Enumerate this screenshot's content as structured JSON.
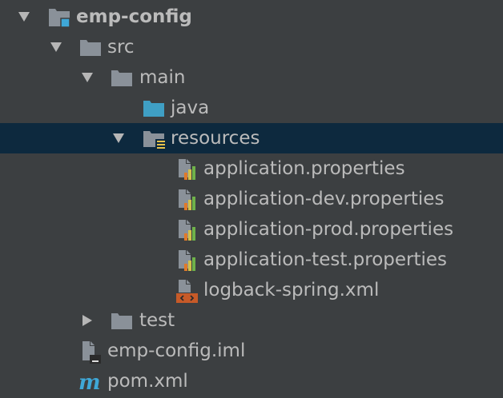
{
  "project_tree": {
    "root": {
      "label": "emp-config",
      "expanded": true
    },
    "src": {
      "label": "src",
      "expanded": true
    },
    "main": {
      "label": "main",
      "expanded": true
    },
    "java": {
      "label": "java"
    },
    "resources": {
      "label": "resources",
      "expanded": true,
      "selected": true
    },
    "files": [
      {
        "label": "application.properties",
        "icon": "properties-file-icon"
      },
      {
        "label": "application-dev.properties",
        "icon": "properties-file-icon"
      },
      {
        "label": "application-prod.properties",
        "icon": "properties-file-icon"
      },
      {
        "label": "application-test.properties",
        "icon": "properties-file-icon"
      },
      {
        "label": "logback-spring.xml",
        "icon": "xml-file-icon"
      }
    ],
    "test": {
      "label": "test",
      "expanded": false
    },
    "iml": {
      "label": "emp-config.iml",
      "icon": "iml-file-icon"
    },
    "pom": {
      "label": "pom.xml",
      "icon": "maven-icon"
    }
  },
  "colors": {
    "background": "#3c3f41",
    "selection": "#0d293e",
    "text": "#bbbbbb",
    "folder": "#8a9199",
    "source_folder": "#3f9fc4",
    "maven": "#3fa8d8",
    "xml_badge": "#c75a28"
  }
}
